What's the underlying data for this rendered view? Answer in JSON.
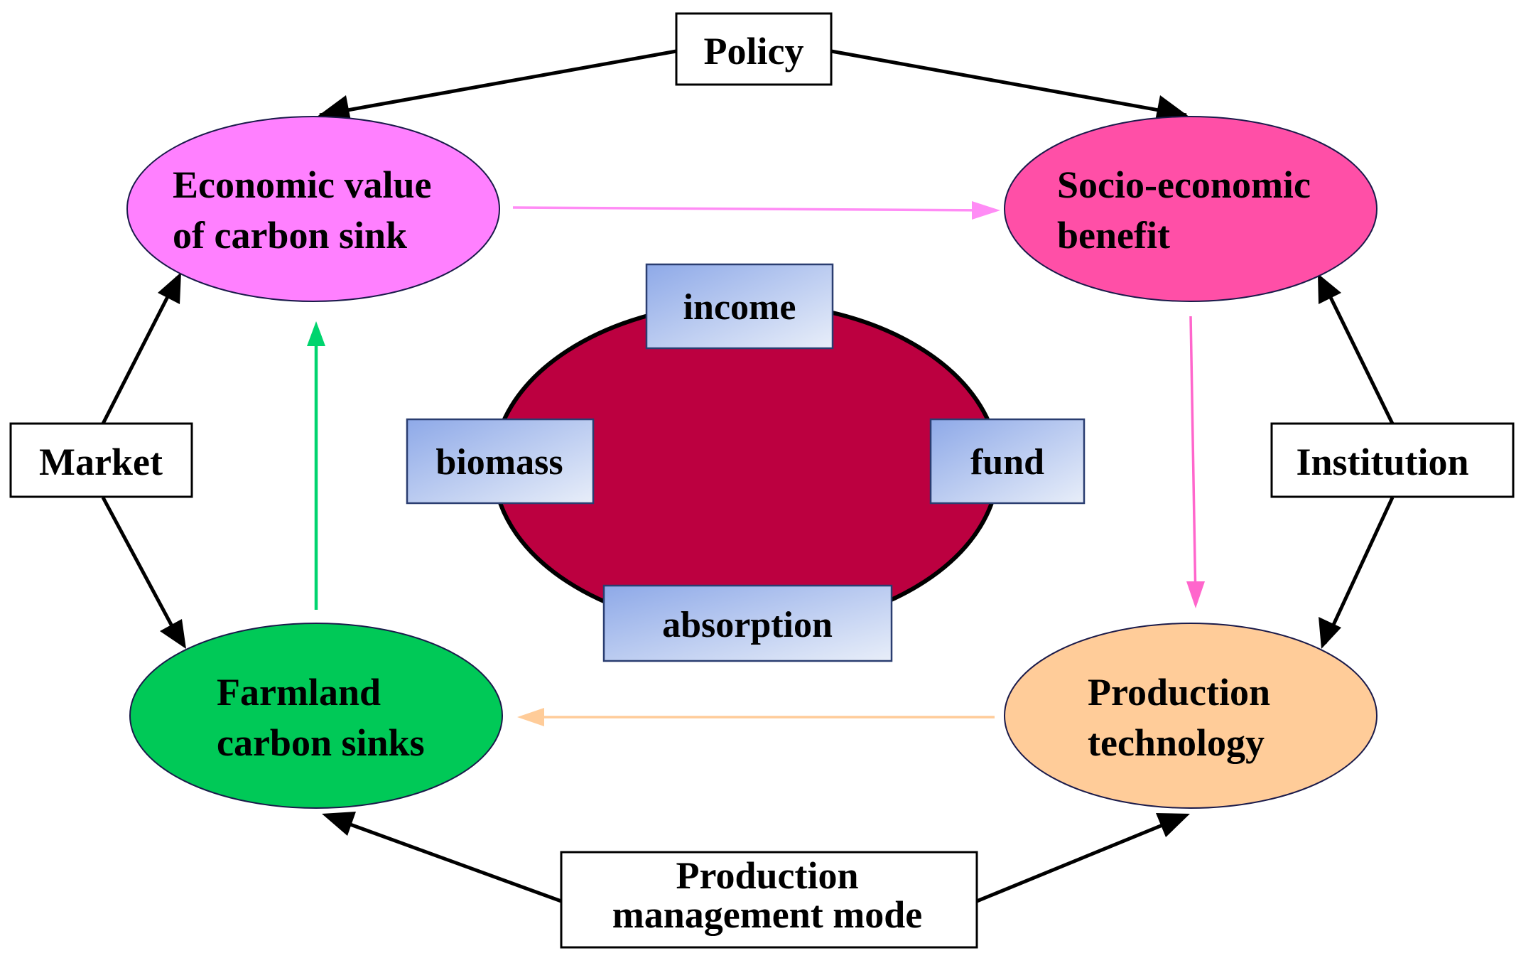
{
  "colors": {
    "economic_value": "#FF80FF",
    "socio_benefit": "#FF4FA7",
    "farmland": "#00C957",
    "production_tech": "#FFCC99",
    "core": "#BC0040",
    "blue_box_top": "#8EA9E8",
    "blue_box_bottom": "#E4ECF8",
    "pink_arrow": "#FF8CF5",
    "magenta_arrow": "#FF66CC",
    "green_arrow": "#00D46E",
    "peach_arrow": "#FFCC99",
    "black_arrow": "#000000"
  },
  "factors": {
    "policy": "Policy",
    "market": "Market",
    "institution": "Institution",
    "production_mode": [
      "Production",
      "management mode"
    ]
  },
  "nodes": {
    "economic_value": [
      "Economic value",
      "of carbon sink"
    ],
    "socio_benefit": [
      "Socio-economic",
      "benefit"
    ],
    "farmland": [
      "Farmland",
      "carbon sinks"
    ],
    "production_tech": [
      "Production",
      "technology"
    ]
  },
  "core": {
    "top": "income",
    "left": "biomass",
    "right": "fund",
    "bottom": "absorption"
  }
}
